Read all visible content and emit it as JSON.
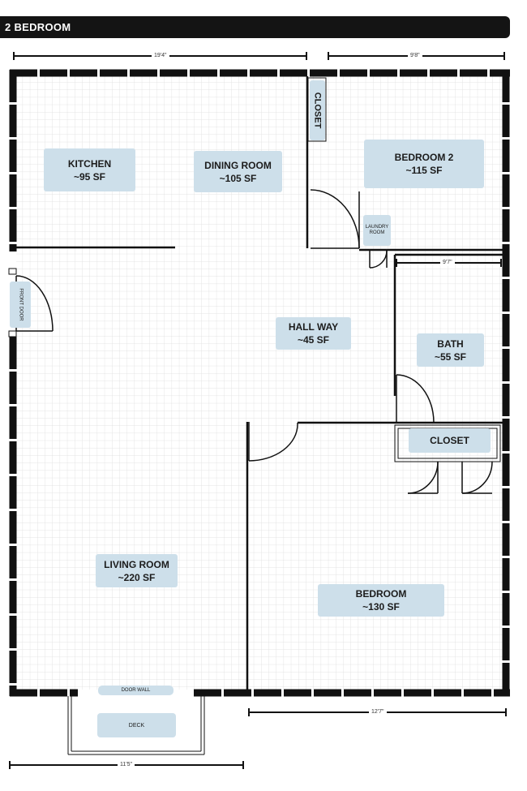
{
  "header": {
    "title": "2 BEDROOM"
  },
  "rooms": {
    "kitchen": {
      "name": "KITCHEN",
      "area": "~95 SF"
    },
    "dining": {
      "name": "DINING ROOM",
      "area": "~105 SF"
    },
    "bedroom2": {
      "name": "BEDROOM 2",
      "area": "~115 SF"
    },
    "hallway": {
      "name": "HALL WAY",
      "area": "~45 SF"
    },
    "bath": {
      "name": "BATH",
      "area": "~55 SF"
    },
    "living": {
      "name": "LIVING ROOM",
      "area": "~220 SF"
    },
    "bedroom": {
      "name": "BEDROOM",
      "area": "~130 SF"
    }
  },
  "labels": {
    "closet_vertical": "CLOSET",
    "closet_bath": "CLOSET",
    "laundry": "LAUNDRY ROOM",
    "front_door": "FRONT DOOR",
    "door_wall": "DOOR WALL",
    "deck": "DECK"
  },
  "dimensions": {
    "top_left": "19'4\"",
    "top_right": "9'8\"",
    "bath_width": "9'7\"",
    "bottom_right": "12'7\"",
    "deck_width": "11'5\""
  },
  "colors": {
    "label_bg": "#cddfea",
    "wall": "#111111",
    "grid": "#dcdcdc",
    "header_bg": "#141414"
  }
}
